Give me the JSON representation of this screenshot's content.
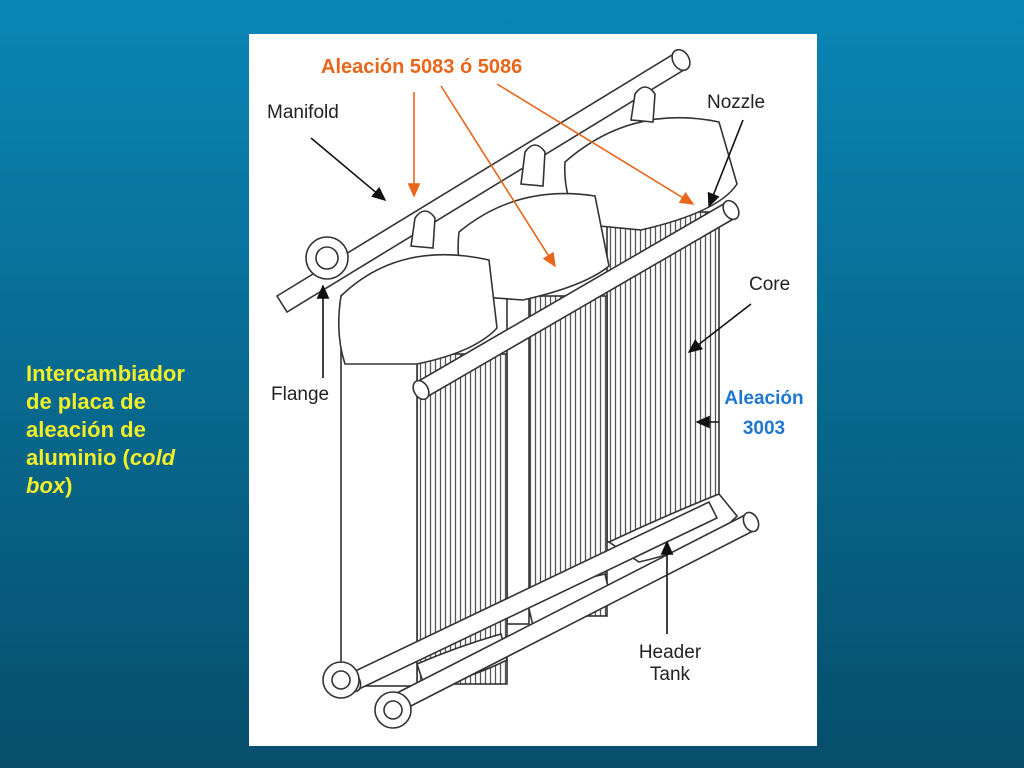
{
  "caption": {
    "line1": "Intercambiador",
    "line2": "de placa de",
    "line3": "aleación de",
    "line4_prefix": "aluminio (",
    "line4_italic": "cold",
    "line5_italic": "box",
    "line5_suffix": ")"
  },
  "diagram": {
    "alloy_top": "Aleación 5083 ó 5086",
    "alloy_core_line1": "Aleación",
    "alloy_core_line2": "3003",
    "manifold": "Manifold",
    "nozzle": "Nozzle",
    "core": "Core",
    "flange": "Flange",
    "header_line1": "Header",
    "header_line2": "Tank"
  },
  "colors": {
    "caption": "#f2ee2a",
    "alloy_top": "#e8651a",
    "alloy_core": "#1f78d0"
  }
}
